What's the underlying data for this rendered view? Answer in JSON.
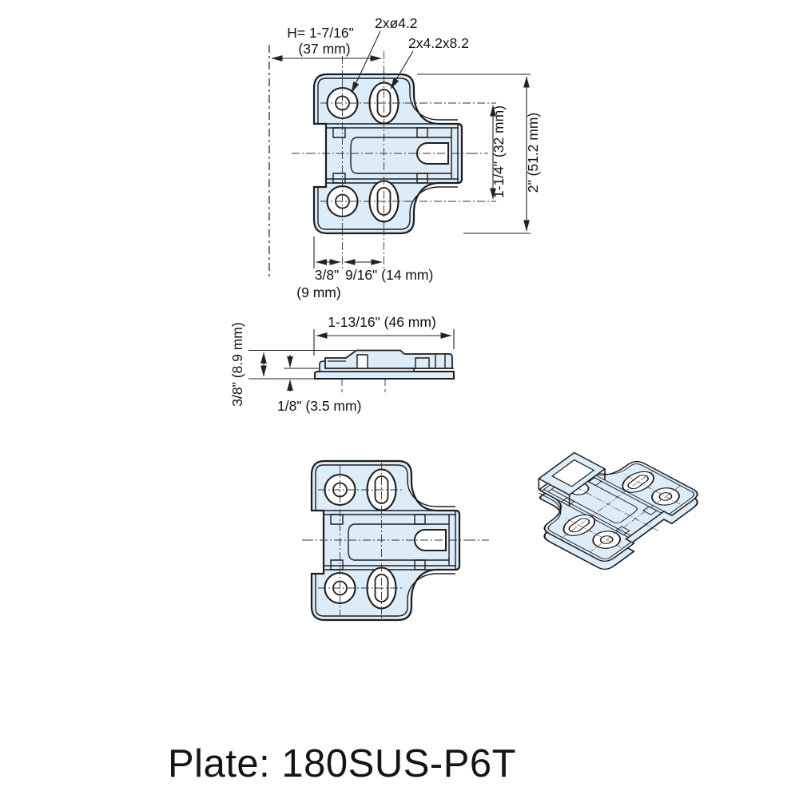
{
  "footer": {
    "label": "Plate: 180SUS-P6T"
  },
  "colors": {
    "plate_fill": "#dcecf8",
    "line_color": "#1d1d1d",
    "dim_color": "#222222"
  },
  "top_view": {
    "height_label": "H= 1-7/16\"",
    "height_label_mm": "(37 mm)",
    "callout_round_holes": "2xø4.2",
    "callout_oblong_holes": "2x4.2x8.2",
    "dim_edge_to_hole": "3/8\"",
    "dim_edge_to_hole_mm": "(9 mm)",
    "dim_hole_spacing": "9/16\" (14 mm)",
    "dim_hole_span": "1-1/4\" (32 mm)",
    "dim_overall_height": "2\" (51.2 mm)"
  },
  "side_view": {
    "dim_overall_length": "1-13/16\" (46 mm)",
    "dim_overall_height": "3/8\" (8.9 mm)",
    "dim_base_thickness": "1/8\" (3.5 mm)"
  }
}
